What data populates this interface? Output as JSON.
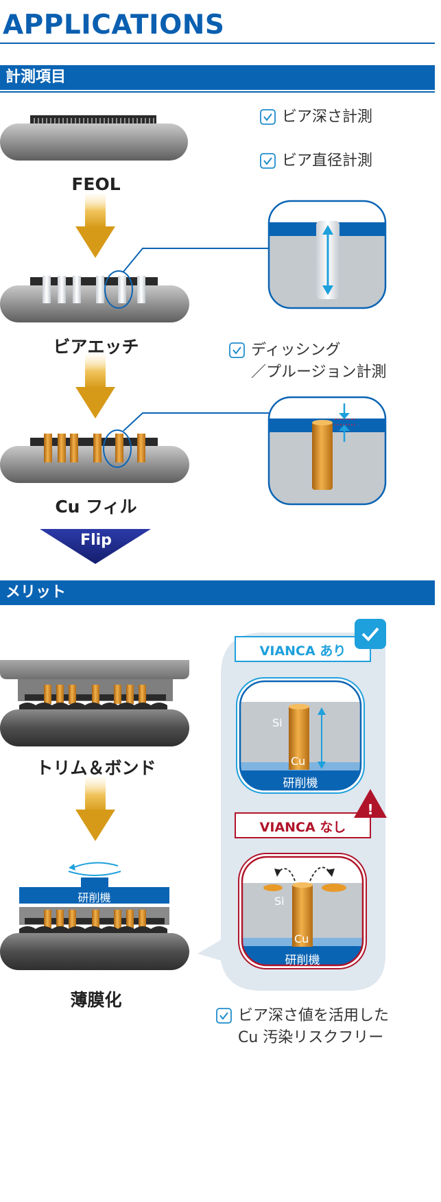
{
  "page_title": "APPLICATIONS",
  "sections": {
    "measurement": "計測項目",
    "merit": "メリット"
  },
  "stages": {
    "feol": "FEOL",
    "via_etch": "ビアエッチ",
    "cu_fill": "Cu フィル",
    "flip": "Flip",
    "trim_bond": "トリム＆ボンド",
    "thinning": "薄膜化"
  },
  "checks": {
    "via_depth": "ビア深さ計測",
    "via_diameter": "ビア直径計測",
    "dishing_line1": "ディッシング",
    "dishing_line2": "／プルージョン計測",
    "final_line1": "ビア深さ値を活用した",
    "final_line2": "Cu 汚染リスクフリー"
  },
  "comparison": {
    "with_label": "VIANCA あり",
    "without_label": "VIANCA なし",
    "si": "Si",
    "cu": "Cu",
    "grinder": "研削機",
    "warning_mark": "!"
  },
  "colors": {
    "brand_blue": "#0a64b4",
    "accent_cyan": "#1ea0dc",
    "warning_red": "#b0142a",
    "copper": "#d98e1e",
    "navy": "#1a2a8a",
    "panel_bg": "#dfe7ef"
  },
  "icons": {
    "check": "check-square-icon",
    "down_arrow": "gradient-down-arrow-icon",
    "rotate": "rotation-arrow-icon",
    "warning": "warning-triangle-icon",
    "success": "check-badge-icon"
  }
}
